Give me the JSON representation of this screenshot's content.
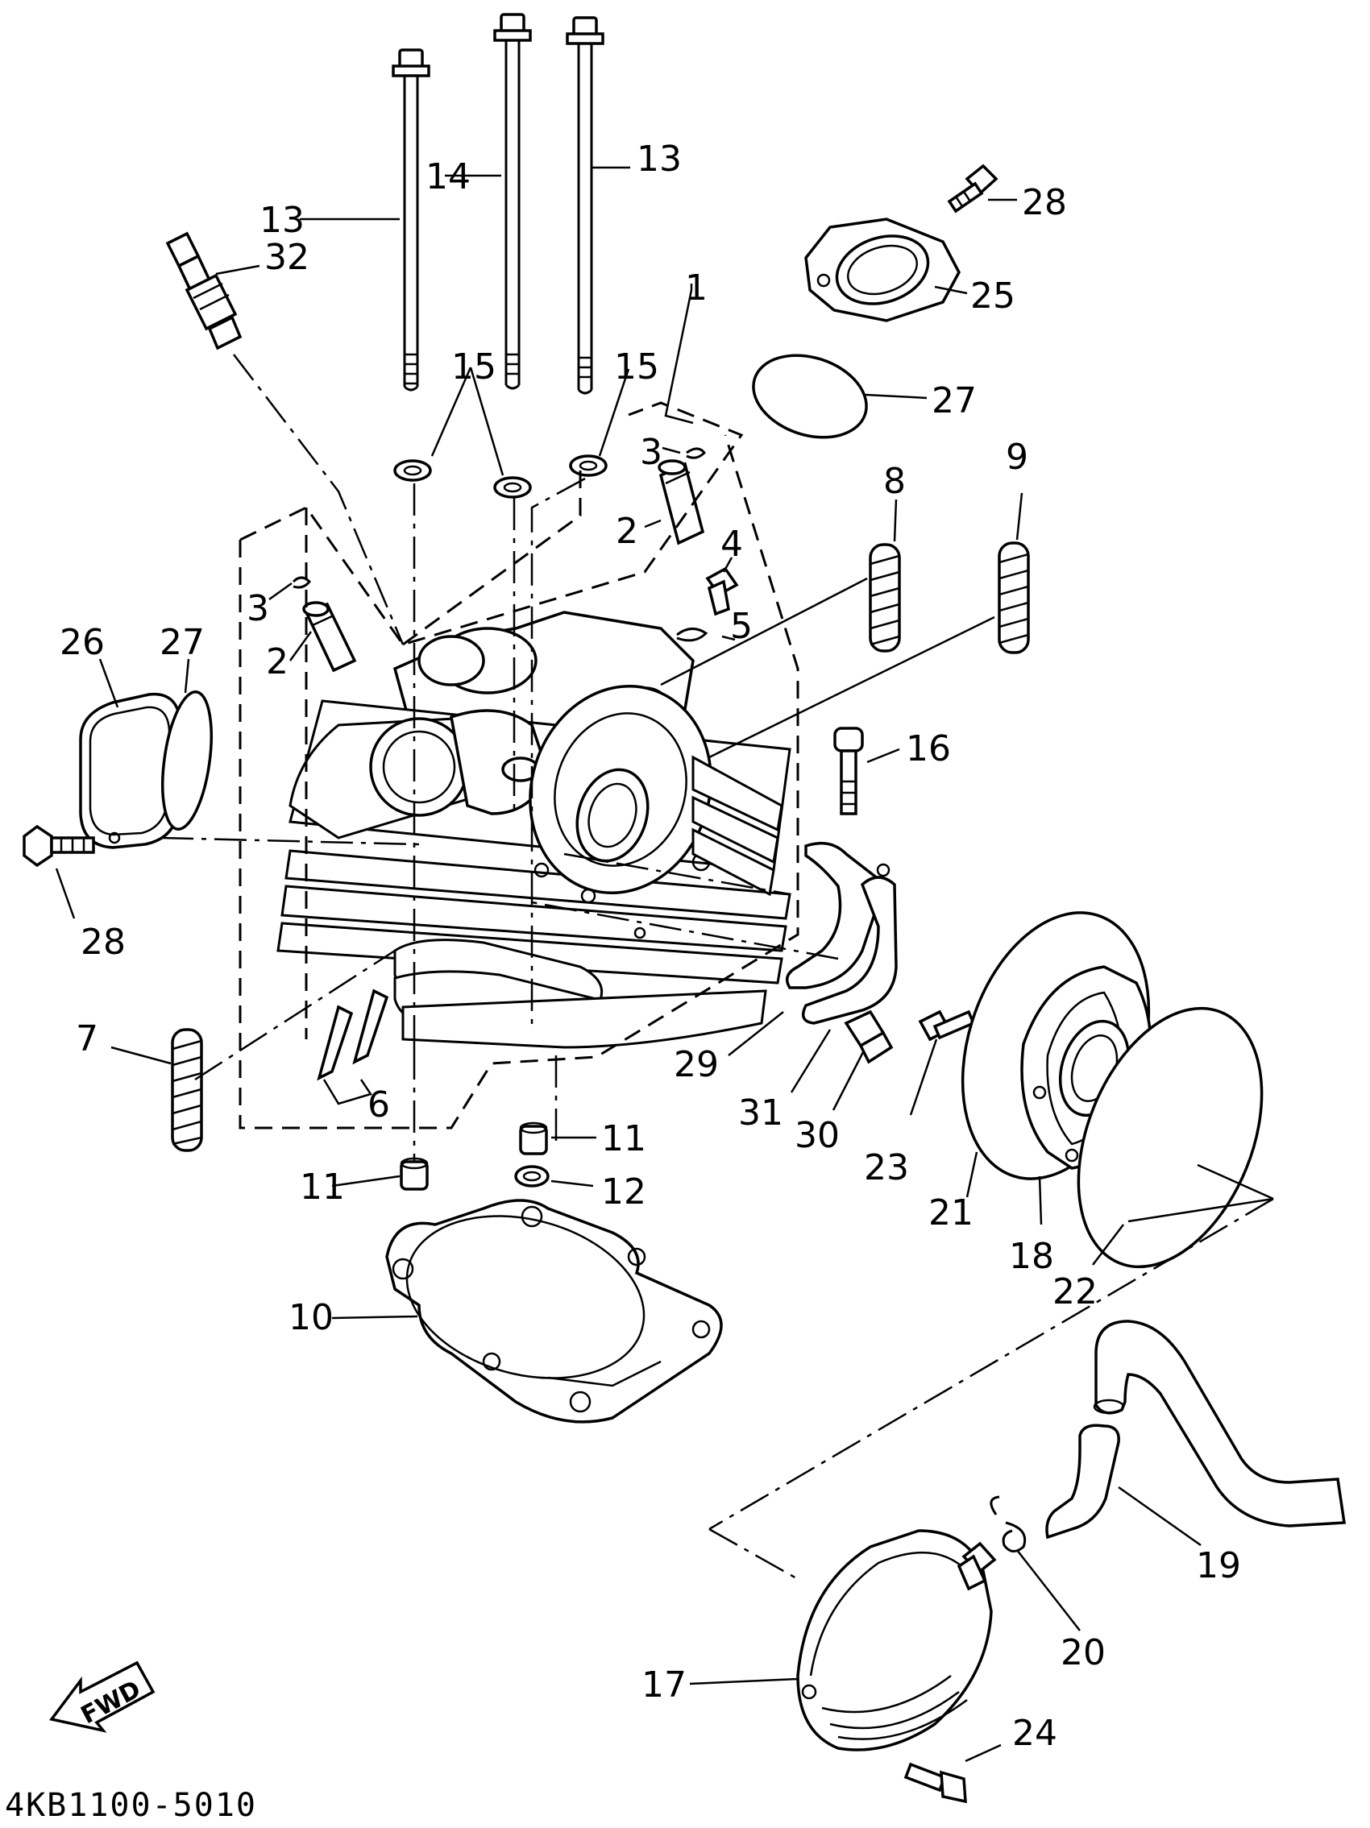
{
  "diagram": {
    "drawing_code": "4KB1100-5010",
    "direction_label": "FWD",
    "callouts": [
      {
        "id": "c32",
        "text": "32"
      },
      {
        "id": "c13a",
        "text": "13"
      },
      {
        "id": "c14",
        "text": "14"
      },
      {
        "id": "c13b",
        "text": "13"
      },
      {
        "id": "c28a",
        "text": "28"
      },
      {
        "id": "c25",
        "text": "25"
      },
      {
        "id": "c1",
        "text": "1"
      },
      {
        "id": "c27a",
        "text": "27"
      },
      {
        "id": "c15a",
        "text": "15"
      },
      {
        "id": "c15b",
        "text": "15"
      },
      {
        "id": "c3a",
        "text": "3"
      },
      {
        "id": "c2a",
        "text": "2"
      },
      {
        "id": "c4",
        "text": "4"
      },
      {
        "id": "c5",
        "text": "5"
      },
      {
        "id": "c8",
        "text": "8"
      },
      {
        "id": "c9",
        "text": "9"
      },
      {
        "id": "c3b",
        "text": "3"
      },
      {
        "id": "c2b",
        "text": "2"
      },
      {
        "id": "c26",
        "text": "26"
      },
      {
        "id": "c27b",
        "text": "27"
      },
      {
        "id": "c16",
        "text": "16"
      },
      {
        "id": "c28b",
        "text": "28"
      },
      {
        "id": "c7",
        "text": "7"
      },
      {
        "id": "c6",
        "text": "6"
      },
      {
        "id": "c29",
        "text": "29"
      },
      {
        "id": "c31",
        "text": "31"
      },
      {
        "id": "c30",
        "text": "30"
      },
      {
        "id": "c23",
        "text": "23"
      },
      {
        "id": "c21",
        "text": "21"
      },
      {
        "id": "c18",
        "text": "18"
      },
      {
        "id": "c22",
        "text": "22"
      },
      {
        "id": "c11a",
        "text": "11"
      },
      {
        "id": "c11b",
        "text": "11"
      },
      {
        "id": "c12",
        "text": "12"
      },
      {
        "id": "c10",
        "text": "10"
      },
      {
        "id": "c19",
        "text": "19"
      },
      {
        "id": "c20",
        "text": "20"
      },
      {
        "id": "c17",
        "text": "17"
      },
      {
        "id": "c24",
        "text": "24"
      }
    ]
  }
}
